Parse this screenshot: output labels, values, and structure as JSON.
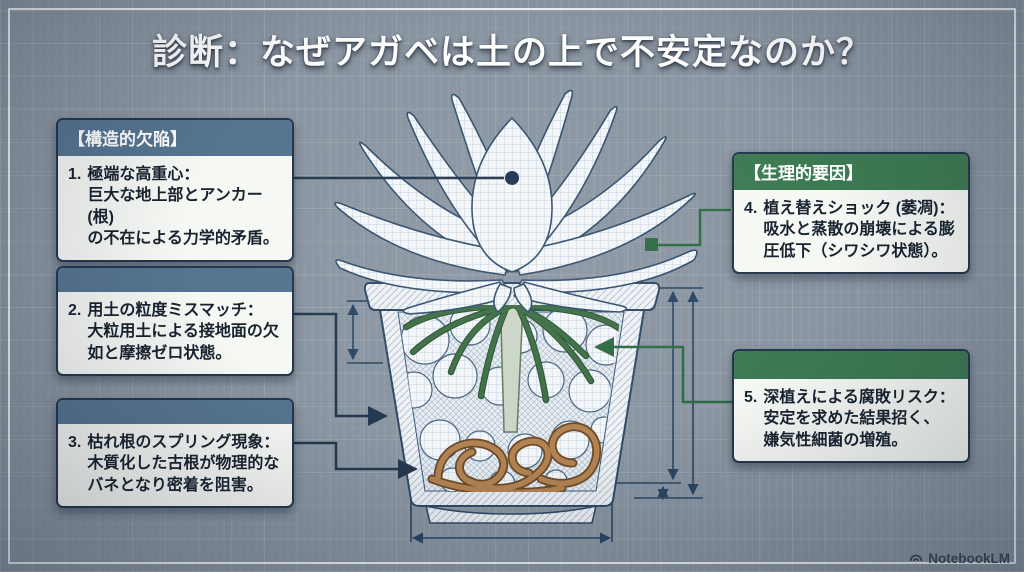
{
  "title": "診断：なぜアガベは土の上で不安定なのか？",
  "annotations": {
    "structural": {
      "header": "【構造的欠陥】",
      "items": [
        {
          "num": "1.",
          "text": "極端な高重心：\n巨大な地上部とアンカー(根)\nの不在による力学的矛盾。"
        },
        {
          "num": "2.",
          "text": "用土の粒度ミスマッチ：\n大粒用土による接地面の欠\n如と摩擦ゼロ状態。"
        },
        {
          "num": "3.",
          "text": "枯れ根のスプリング現象：\n木質化した古根が物理的な\nバネとなり密着を阻害。"
        }
      ]
    },
    "physiological": {
      "header": "【生理的要因】",
      "items": [
        {
          "num": "4.",
          "text": "植え替えショック (萎凋)：\n吸水と蒸散の崩壊による膨\n圧低下（シワシワ状態）。"
        },
        {
          "num": "5.",
          "text": "深植えによる腐敗リスク：\n安定を求めた結果招く、\n嫌気性細菌の増殖。"
        }
      ]
    }
  },
  "footer": {
    "brand": "NotebookLM"
  },
  "icons": {
    "brand_logo": "notebooklm-wave-logo-icon"
  },
  "colors": {
    "background": "#8a95a2",
    "frame": "#f5f8fa",
    "title_text": "#ffffff",
    "box_background": "#f6f8f4",
    "box_border": "#23364d",
    "structural_header_bg": "#56748f",
    "physiological_header_bg": "#3d7a52",
    "body_text": "#17222f",
    "connector_navy": "#24384e",
    "connector_green": "#2e6b44",
    "blueprint_line": "#2e4a66",
    "fresh_root_green": "#3e6f45",
    "dried_root_brown": "#b28352"
  }
}
